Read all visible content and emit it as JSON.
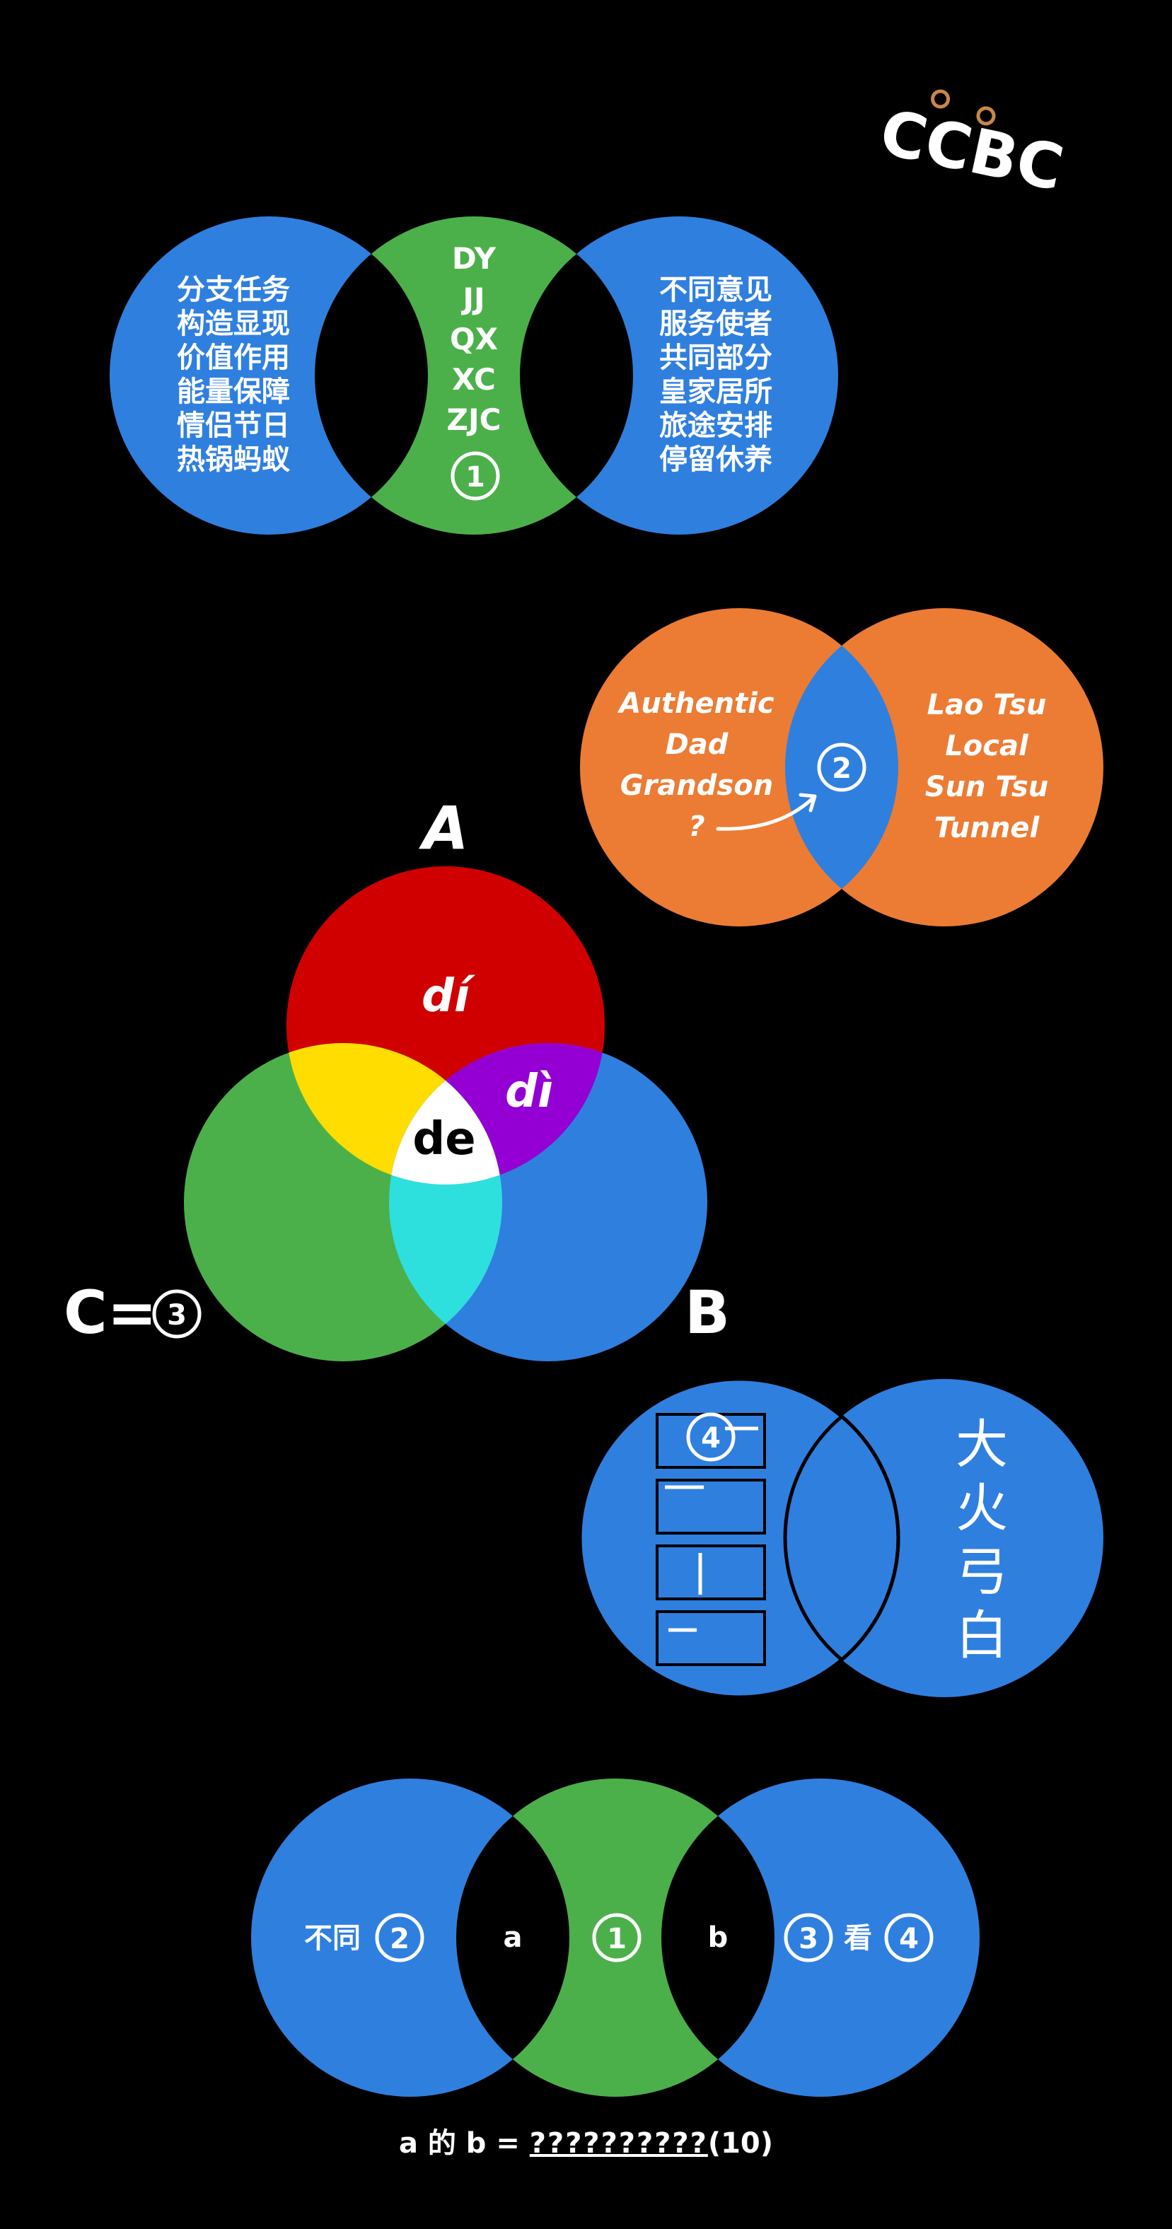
{
  "logo": {
    "text": "CCBC"
  },
  "colors": {
    "background": "#000000",
    "blue": "#2F7FDF",
    "green": "#4CB04A",
    "orange": "#EC7C33",
    "red": "#D10000",
    "yellow": "#FFDD00",
    "purple": "#9400D3",
    "cyan": "#2EE0DD",
    "white": "#FFFFFF"
  },
  "puzzle1": {
    "left_words": [
      "分支任务",
      "构造显现",
      "价值作用",
      "能量保障",
      "情侣节日",
      "热锅蚂蚁"
    ],
    "center_words": [
      "DY",
      "JJ",
      "QX",
      "XC",
      "ZJC"
    ],
    "center_marker": "1",
    "right_words": [
      "不同意见",
      "服务使者",
      "共同部分",
      "皇家居所",
      "旅途安排",
      "停留休养"
    ]
  },
  "puzzle2": {
    "left_words": [
      "Authentic",
      "Dad",
      "Grandson",
      "?"
    ],
    "center_marker": "2",
    "right_words": [
      "Lao Tsu",
      "Local",
      "Sun Tsu",
      "Tunnel"
    ]
  },
  "puzzle3": {
    "label_a": "A",
    "label_b": "B",
    "label_c": "C=",
    "marker": "3",
    "top_region": "dí",
    "right_region": "dì",
    "center_region": "de"
  },
  "puzzle4": {
    "marker": "4",
    "right_chars": [
      "大",
      "火",
      "弓",
      "白"
    ]
  },
  "final": {
    "left_text": "不同",
    "left_marker": "2",
    "left_overlap": "a",
    "center_marker": "1",
    "right_overlap": "b",
    "right_marker": "3",
    "right_text": "看",
    "right_marker2": "4"
  },
  "formula": {
    "prefix": "a 的 b = ",
    "blanks": "??????????",
    "suffix": "(10)"
  }
}
